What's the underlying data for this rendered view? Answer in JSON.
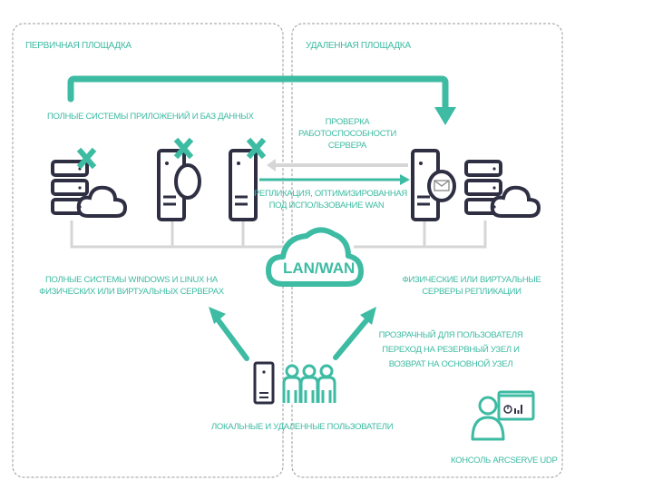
{
  "diagram": {
    "zones": [
      {
        "id": "primary",
        "title": "ПЕРВИЧНАЯ ПЛОЩАДКА"
      },
      {
        "id": "remote",
        "title": "УДАЛЕННАЯ ПЛОЩАДКА"
      }
    ],
    "labels": {
      "full_systems_apps_db": "ПОЛНЫЕ СИСТЕМЫ ПРИЛОЖЕНИЙ И БАЗ ДАННЫХ",
      "health_check": [
        "ПРОВЕРКА",
        "РАБОТОСПОСОБНОСТИ",
        "СЕРВЕРА"
      ],
      "replication": [
        "РЕПЛИКАЦИЯ, ОПТИМИЗИРОВАННАЯ",
        "ПОД ИСПОЛЬЗОВАНИЕ WAN"
      ],
      "network": "LAN/WAN",
      "full_systems_os": [
        "ПОЛНЫЕ СИСТЕМЫ WINDOWS И LINUX НА",
        "ФИЗИЧЕСКИХ ИЛИ ВИРТУАЛЬНЫХ СЕРВЕРАХ"
      ],
      "replica_servers": [
        "ФИЗИЧЕСКИЕ ИЛИ ВИРТУАЛЬНЫЕ",
        "СЕРВЕРЫ РЕПЛИКАЦИИ"
      ],
      "failover": [
        "ПРОЗРАЧНЫЙ ДЛЯ ПОЛЬЗОВАТЕЛЯ",
        "ПЕРЕХОД НА РЕЗЕРВНЫЙ УЗЕЛ И",
        "ВОЗВРАТ НА ОСНОВНОЙ УЗЕЛ"
      ],
      "users": "ЛОКАЛЬНЫЕ И УДАЛЕННЫЕ ПОЛЬЗОВАТЕЛИ",
      "console": "КОНСОЛЬ ARCSERVE UDP"
    },
    "icons": {
      "primary_servers": [
        "server-stack-cloud-icon",
        "server-tower-db-icon",
        "server-tower-icon"
      ],
      "failed_marker": "x-mark-icon",
      "replica_servers": [
        "server-tower-mail-icon",
        "server-stack-cloud-icon"
      ],
      "users": [
        "server-tower-icon",
        "users-group-icon"
      ],
      "console": "admin-console-icon"
    },
    "colors": {
      "accent": "#3dbba3",
      "dark": "#2f2f44",
      "gray_line": "#d6d6d6",
      "dashed_border": "#9a9a9a"
    }
  }
}
